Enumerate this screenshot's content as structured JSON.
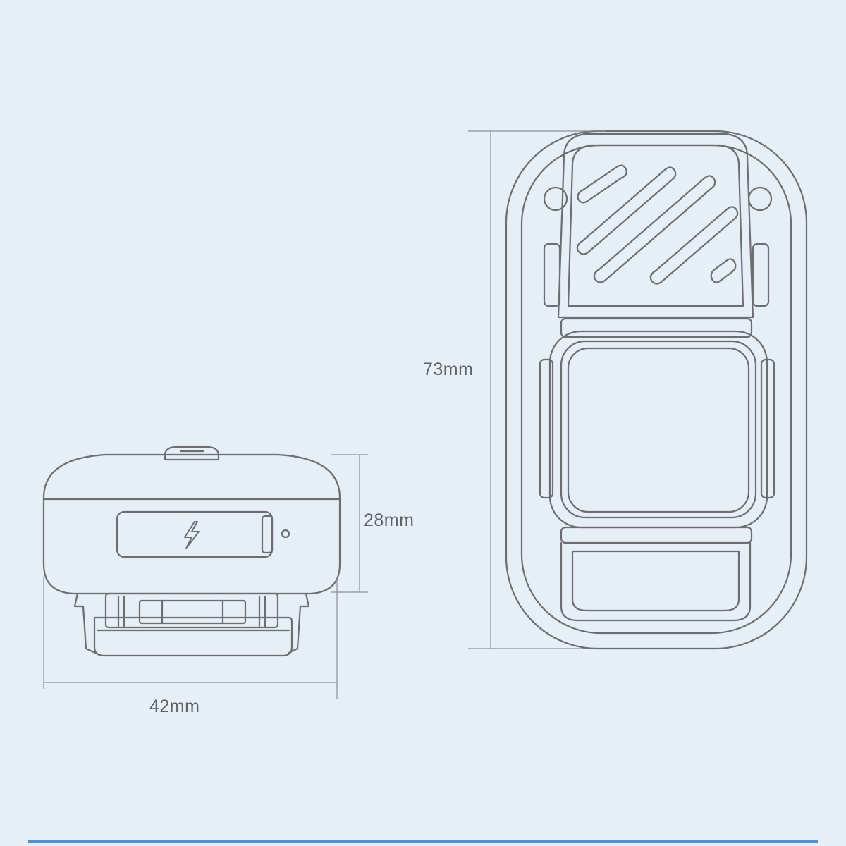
{
  "dimensions": {
    "front_height": "28mm",
    "front_width": "42mm",
    "top_height": "73mm"
  },
  "colors": {
    "background": "#e6eef6",
    "line": "#6b6e72",
    "dimension_line": "#8a9099",
    "text": "#5f6368",
    "accent_bar": "#4a90e2"
  },
  "icons": {
    "charging": "lightning-bolt-icon"
  }
}
